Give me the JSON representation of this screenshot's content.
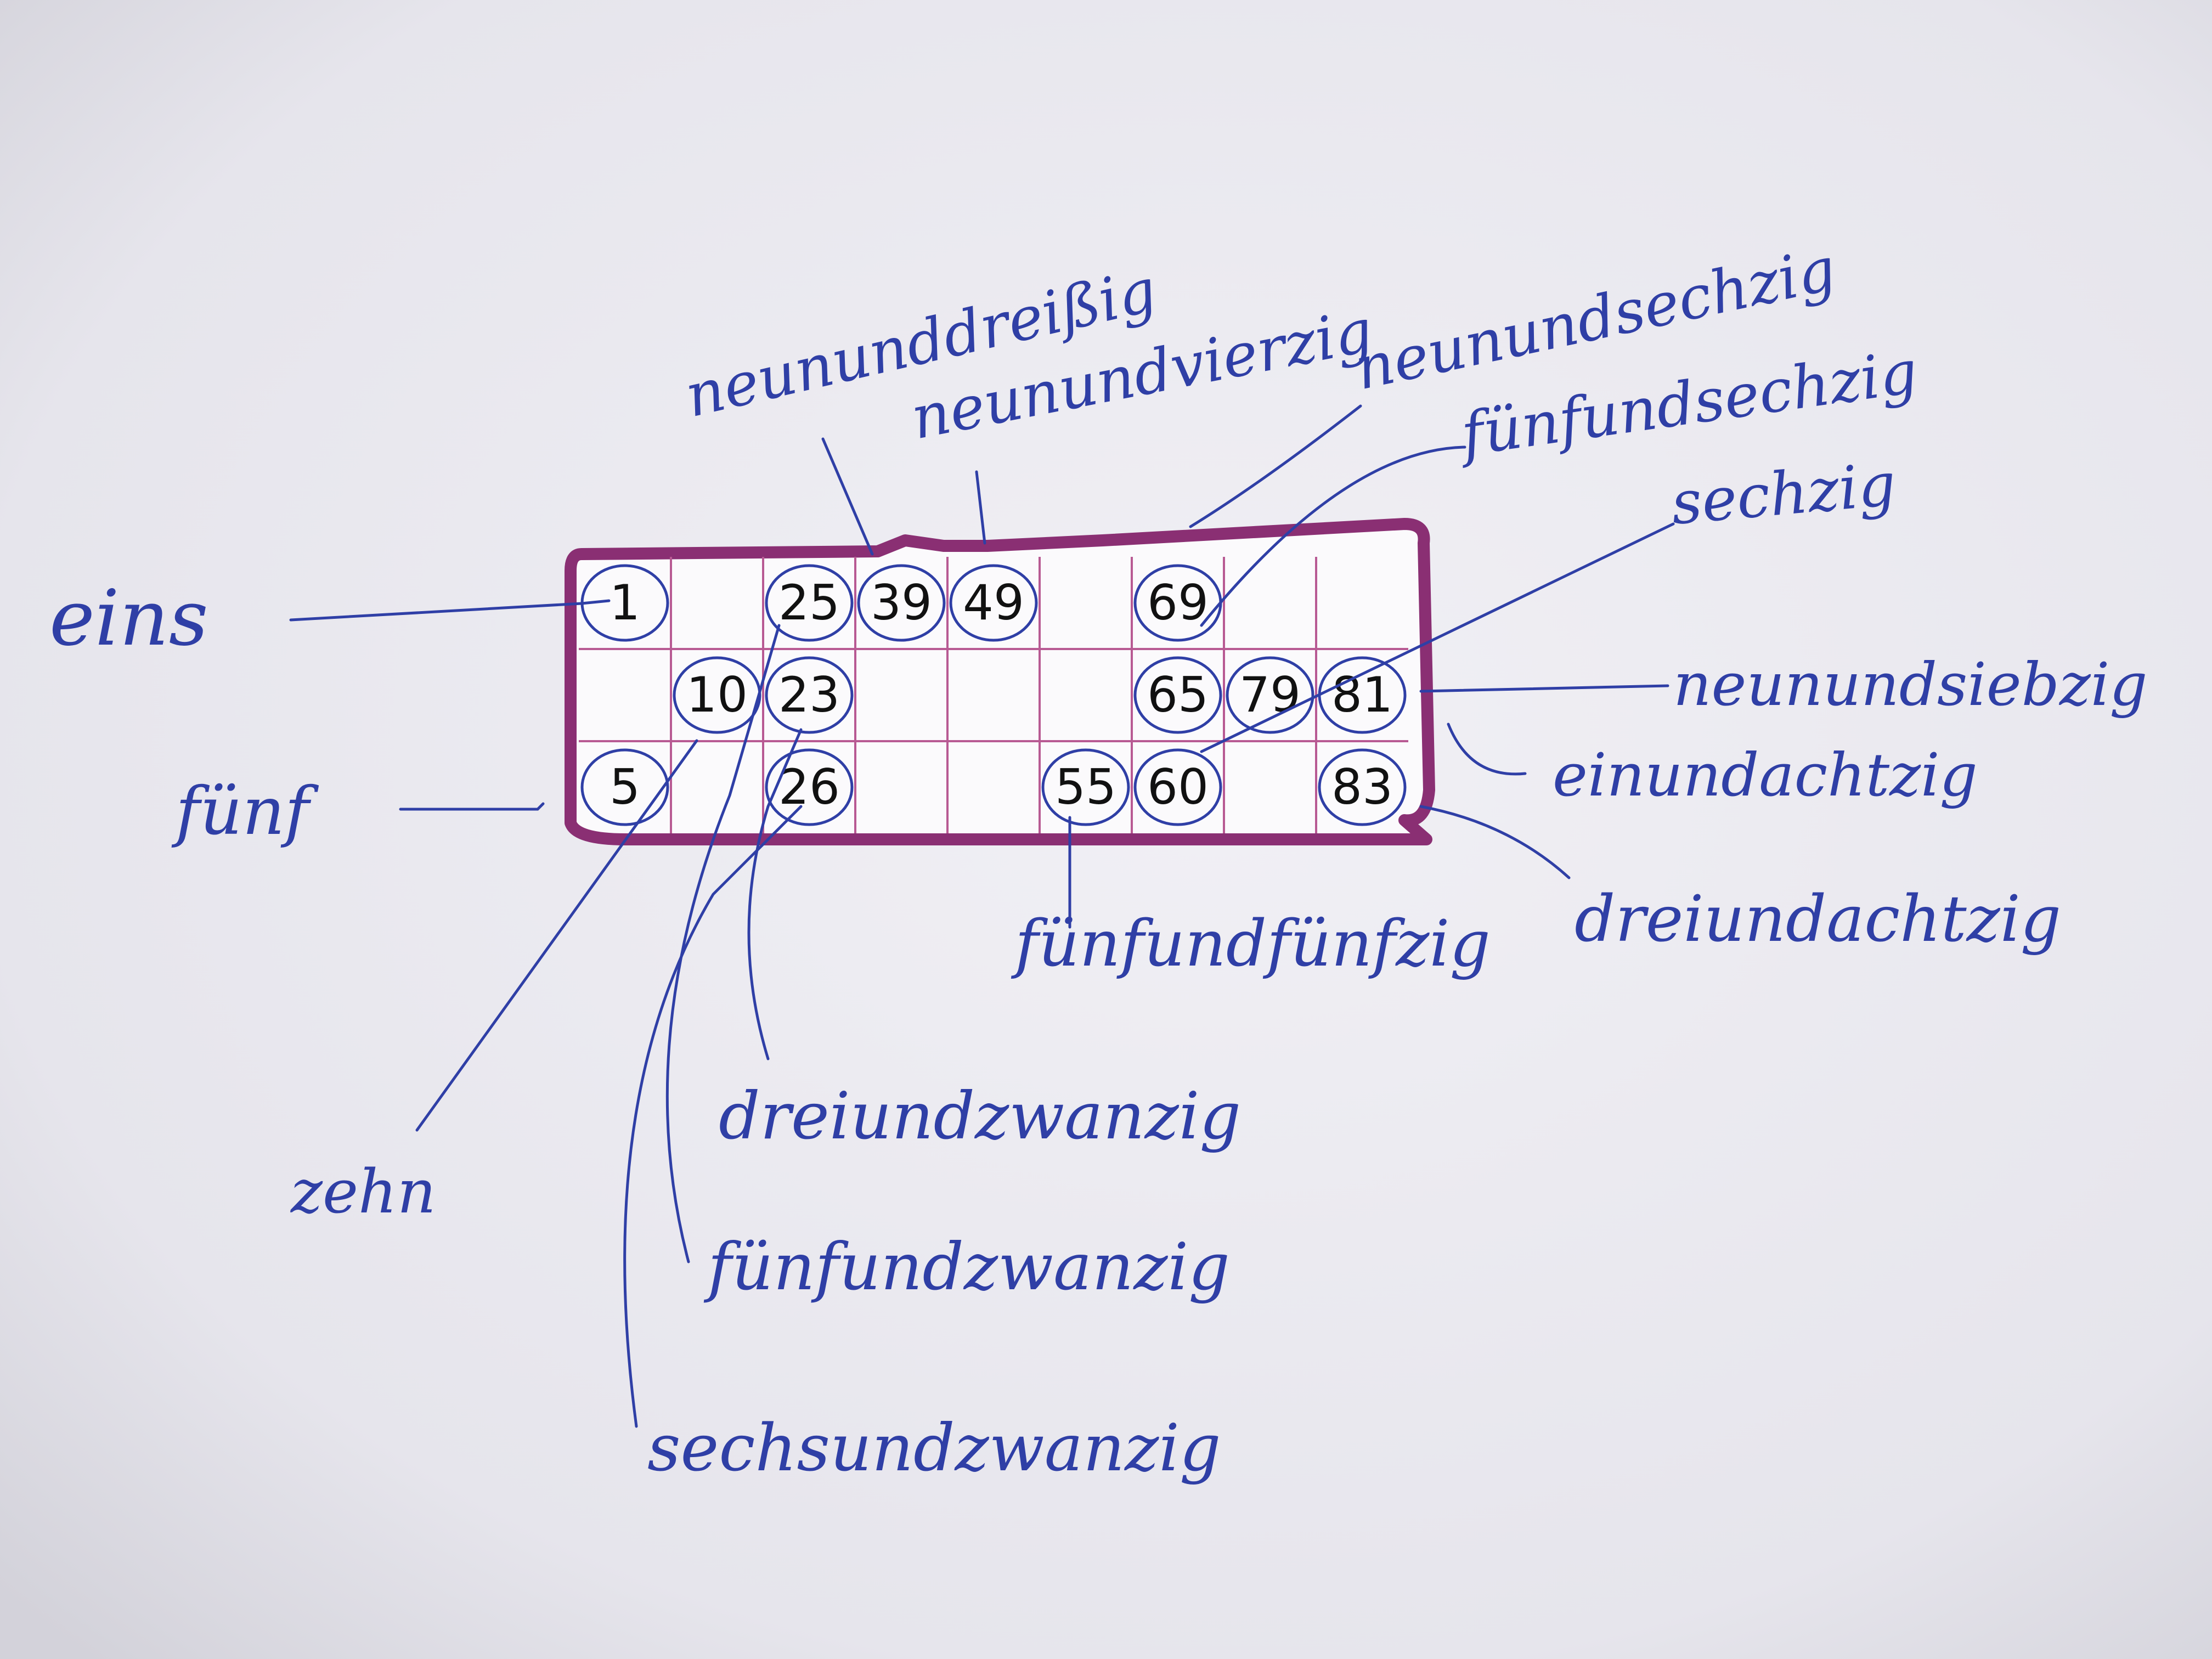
{
  "colors": {
    "ink": "#2f3fa6",
    "card_border": "#8a2f73",
    "grid_line": "#b85a93",
    "paper": "#eeedf2"
  },
  "card": {
    "rows": [
      [
        "1",
        "",
        "25",
        "39",
        "49",
        "",
        "69",
        "",
        ""
      ],
      [
        "",
        "10",
        "23",
        "",
        "",
        "",
        "65",
        "79",
        "81"
      ],
      [
        "5",
        "",
        "26",
        "",
        "",
        "55",
        "60",
        "",
        "83"
      ]
    ]
  },
  "labels": {
    "eins": "eins",
    "fuenf": "fünf",
    "zehn": "zehn",
    "dreiundzwanzig": "dreiundzwanzig",
    "fuenfundzwanzig": "fünfundzwanzig",
    "sechsundzwanzig": "sechsundzwanzig",
    "neununddreissig": "neununddreißig",
    "neunundvierzig": "neunundvierzig",
    "fuenfundfuenfzig": "fünfundfünfzig",
    "sechzig": "sechzig",
    "fuenfundsechzig": "fünfundsechzig",
    "neunundsechzig": "neunundsechzig",
    "neunundsiebzig": "neunundsiebzig",
    "einundachtzig": "einundachtzig",
    "dreiundachtzig": "dreiundachtzig"
  }
}
